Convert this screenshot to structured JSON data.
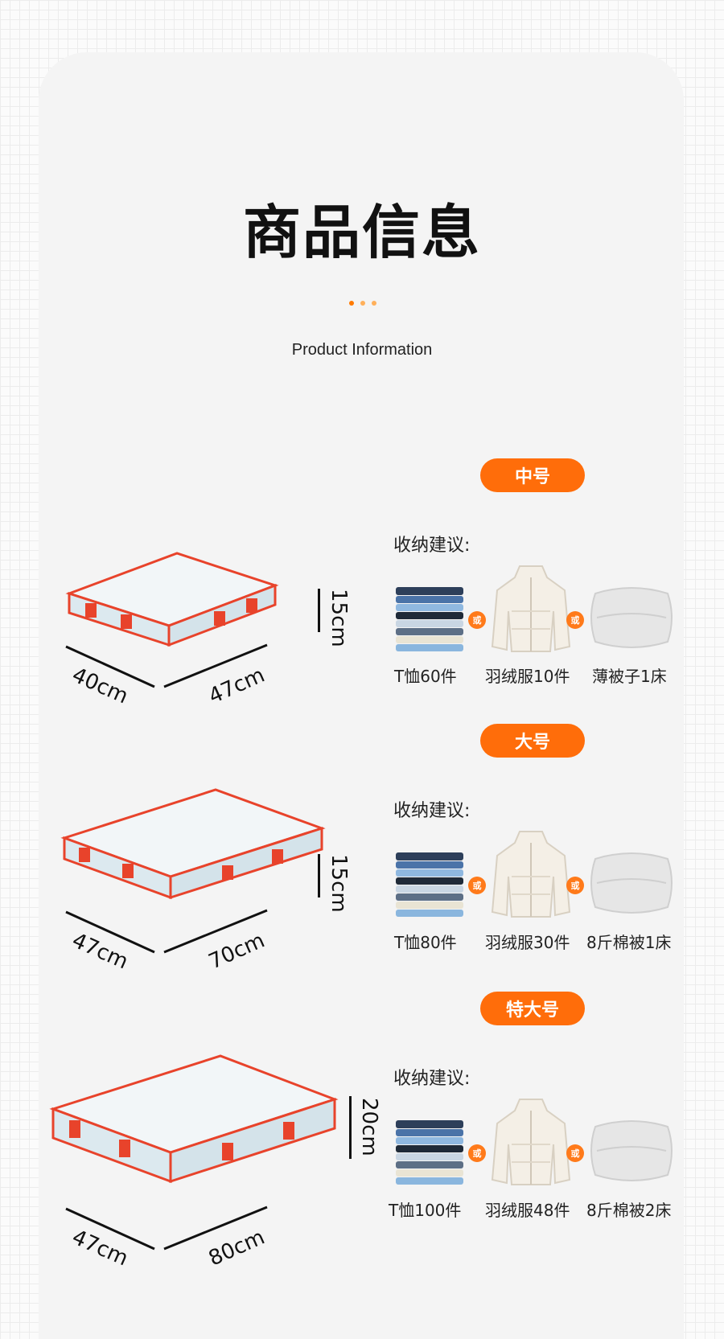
{
  "header": {
    "title": "商品信息",
    "subtitle": "Product Information"
  },
  "or_label": "或",
  "colors": {
    "accent": "#ff6d0a",
    "box_frame": "#e8432b"
  },
  "icons": [
    "folded-tshirts-icon",
    "down-jacket-icon",
    "quilt-icon"
  ],
  "sizes": [
    {
      "name": "中号",
      "advice_label": "收纳建议:",
      "dims": {
        "width": "40cm",
        "length": "47cm",
        "height": "15cm"
      },
      "items": [
        "T恤60件",
        "羽绒服10件",
        "薄被子1床"
      ]
    },
    {
      "name": "大号",
      "advice_label": "收纳建议:",
      "dims": {
        "width": "47cm",
        "length": "70cm",
        "height": "15cm"
      },
      "items": [
        "T恤80件",
        "羽绒服30件",
        "8斤棉被1床"
      ]
    },
    {
      "name": "特大号",
      "advice_label": "收纳建议:",
      "dims": {
        "width": "47cm",
        "length": "80cm",
        "height": "20cm"
      },
      "items": [
        "T恤100件",
        "羽绒服48件",
        "8斤棉被2床"
      ]
    }
  ]
}
